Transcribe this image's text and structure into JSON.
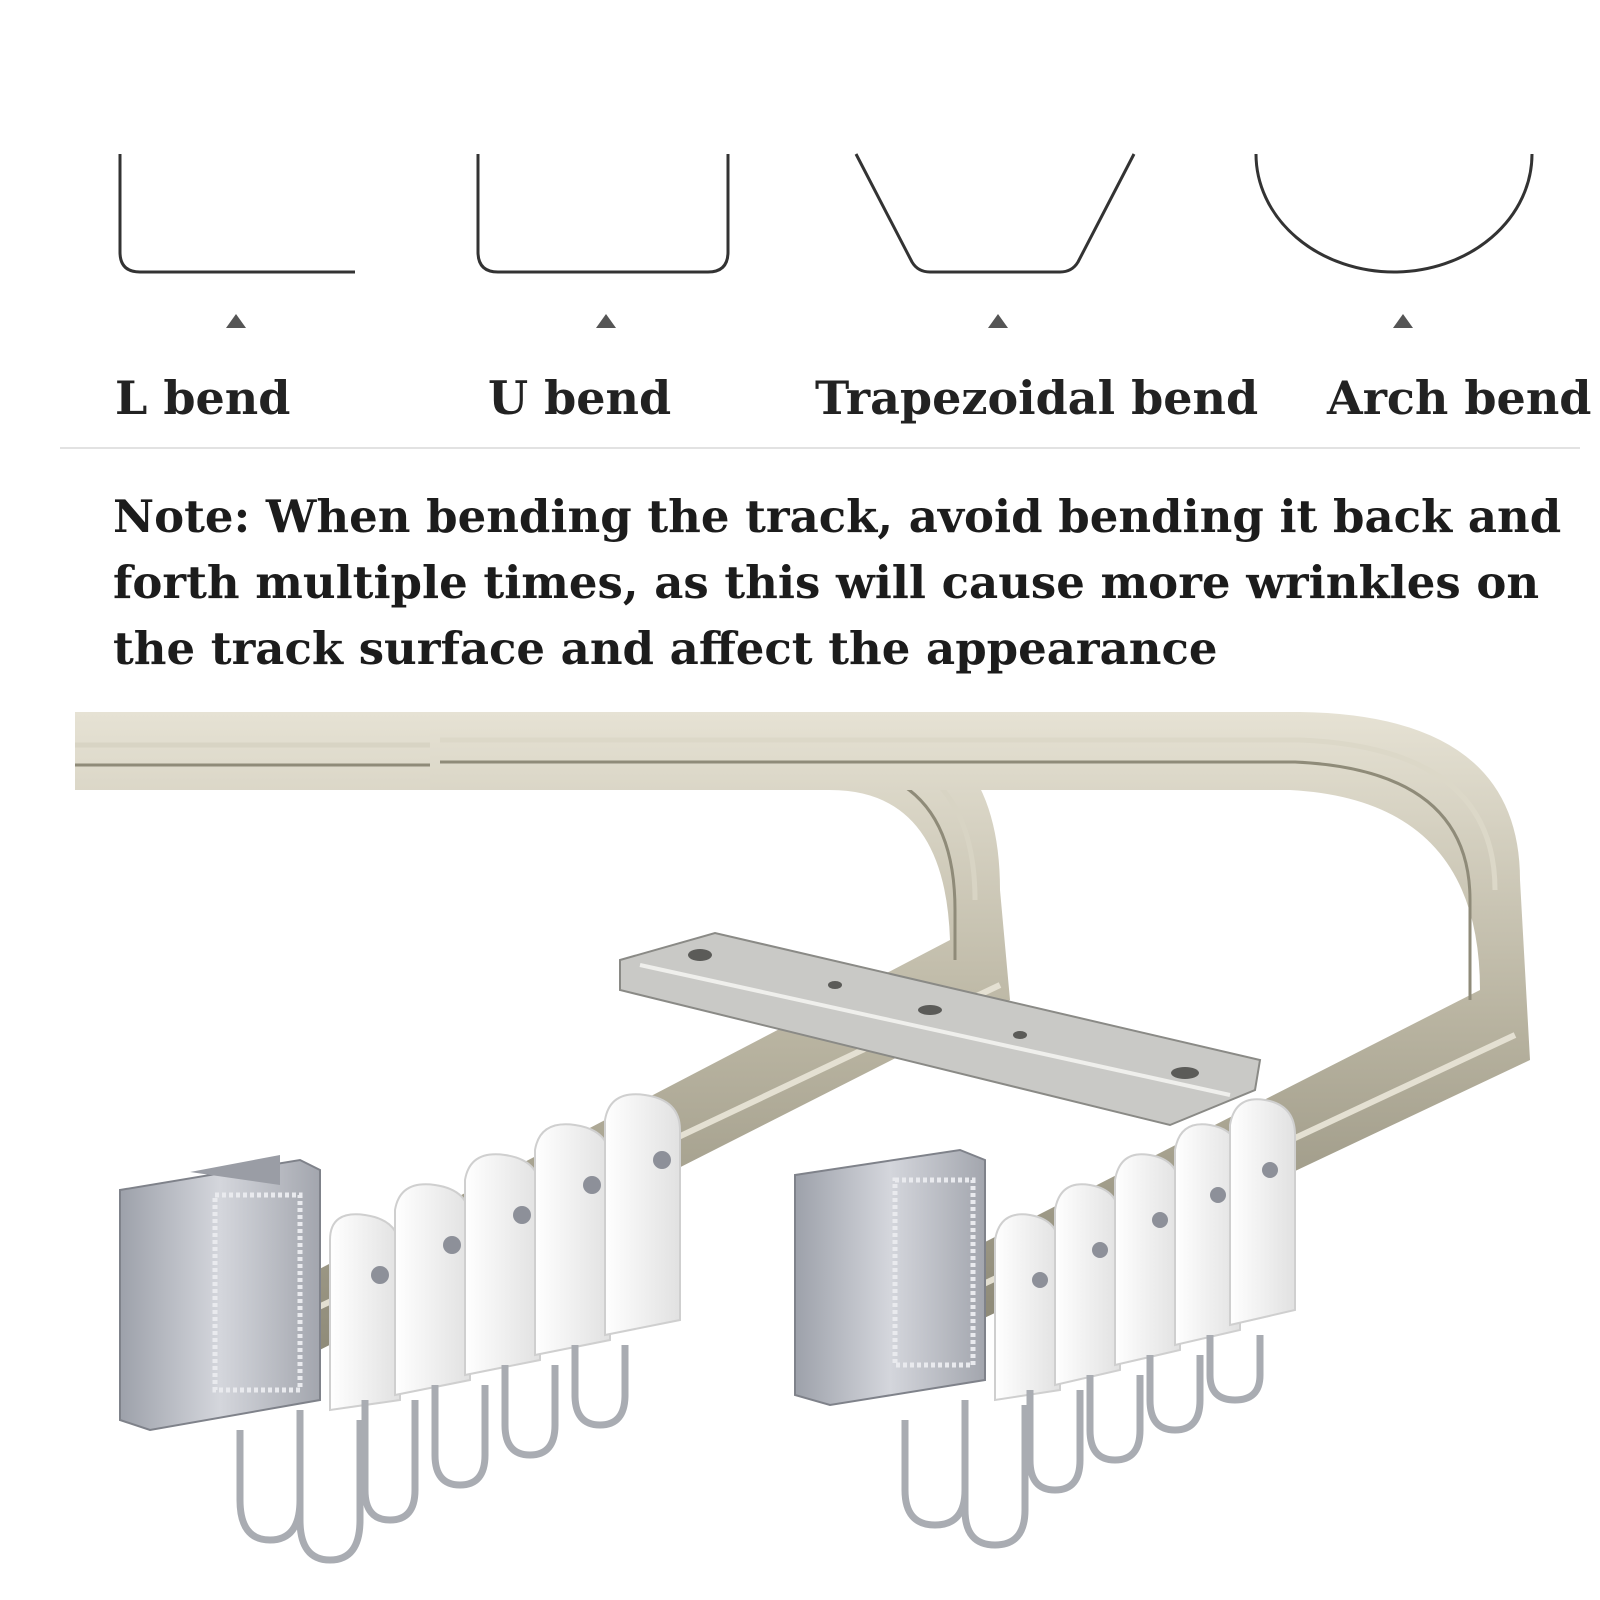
{
  "bend_types": [
    {
      "label": "L bend",
      "shape": "l-bend-shape"
    },
    {
      "label": "U bend",
      "shape": "u-bend-shape"
    },
    {
      "label": "Trapezoidal bend",
      "shape": "trapezoid-bend-shape"
    },
    {
      "label": "Arch bend",
      "shape": "arch-bend-shape"
    }
  ],
  "note": "Note: When bending the track, avoid bending it back and forth multiple times, as this will cause more wrinkles on the track surface and affect the appearance",
  "colors": {
    "text": "#1c1c1c",
    "outline": "#333333",
    "marker": "#555555",
    "track": "#b7b29f",
    "track_highlight": "#dcd8c8",
    "end_cap": "#b9bcc4",
    "runner": "#f3f3f3",
    "hook": "#a9acb2"
  }
}
